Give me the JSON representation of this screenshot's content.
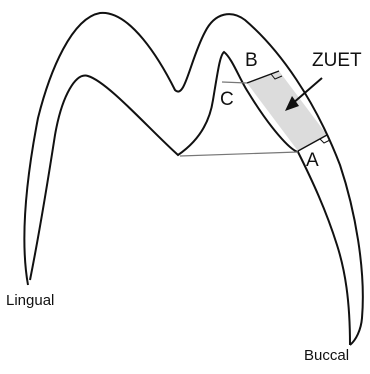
{
  "labels": {
    "point_a": "A",
    "point_b": "B",
    "point_c": "C",
    "region": "ZUET",
    "lingual": "Lingual",
    "buccal": "Buccal"
  },
  "colors": {
    "outline": "#111111",
    "reference_line": "#777777",
    "zuet_fill": "#dcdcdc",
    "background": "#ffffff"
  }
}
